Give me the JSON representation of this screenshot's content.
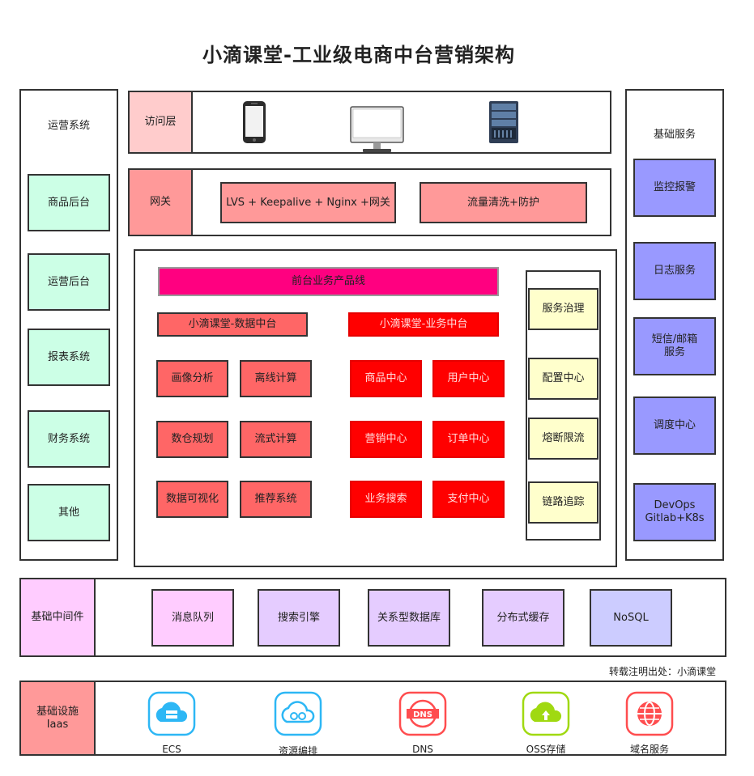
{
  "title": "小滴课堂-工业级电商中台营销架构",
  "ops_system": {
    "header": "运营系统",
    "items": [
      "商品后台",
      "运营后台",
      "报表系统",
      "财务系统",
      "其他"
    ]
  },
  "base_services": {
    "header": "基础服务",
    "items": [
      "监控报警",
      "日志服务",
      "短信/邮箱\n服务",
      "调度中心",
      "DevOps\nGitlab+K8s"
    ]
  },
  "access_layer": {
    "label": "访问层",
    "devices": [
      "phone-icon",
      "desktop-icon",
      "server-icon"
    ]
  },
  "gateway": {
    "label": "网关",
    "items": [
      "LVS + Keepalive + Nginx +网关",
      "流量清洗+防护"
    ]
  },
  "center": {
    "product_line": "前台业务产品线",
    "data_platform": {
      "title": "小滴课堂-数据中台",
      "items": [
        "画像分析",
        "离线计算",
        "数仓规划",
        "流式计算",
        "数据可视化",
        "推荐系统"
      ]
    },
    "business_platform": {
      "title": "小滴课堂-业务中台",
      "items": [
        "商品中心",
        "用户中心",
        "营销中心",
        "订单中心",
        "业务搜索",
        "支付中心"
      ]
    },
    "governance": [
      "服务治理",
      "配置中心",
      "熔断限流",
      "链路追踪"
    ]
  },
  "middleware": {
    "label": "基础中间件",
    "items": [
      "消息队列",
      "搜索引擎",
      "关系型数据库",
      "分布式缓存",
      "NoSQL"
    ]
  },
  "repost_note": "转载注明出处：小滴课堂",
  "infra": {
    "label": "基础设施\nIaas",
    "items": [
      {
        "label": "ECS",
        "icon": "cloud-server-icon",
        "color": "#2db7f5"
      },
      {
        "label": "资源编排",
        "icon": "cloud-orchestration-icon",
        "color": "#2db7f5"
      },
      {
        "label": "DNS",
        "icon": "dns-icon",
        "color": "#ff4d4f"
      },
      {
        "label": "OSS存储",
        "icon": "cloud-upload-icon",
        "color": "#a0d911"
      },
      {
        "label": "域名服务",
        "icon": "globe-icon",
        "color": "#ff4d4f"
      }
    ]
  }
}
